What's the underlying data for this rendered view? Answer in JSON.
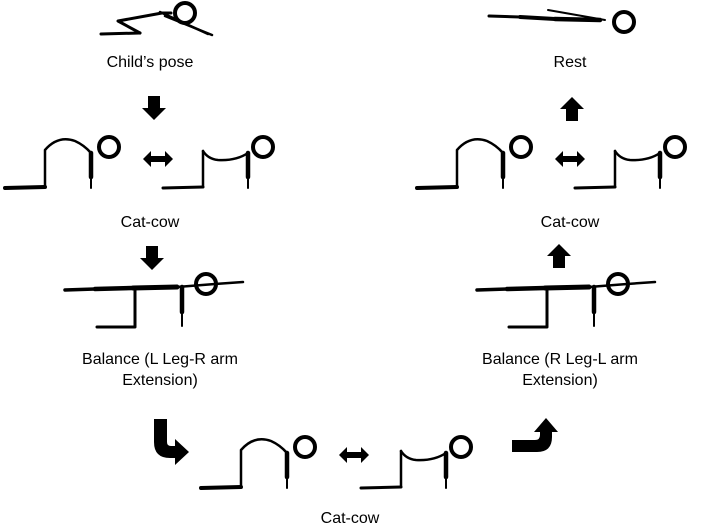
{
  "diagram": {
    "title": "Yoga sequence flow",
    "colors": {
      "ink": "#000000",
      "background": "#ffffff"
    },
    "steps": [
      {
        "id": "childs-pose",
        "label": "Child’s pose"
      },
      {
        "id": "cat-cow-left",
        "label": "Cat-cow"
      },
      {
        "id": "balance-left",
        "label_line1": "Balance (L Leg-R arm",
        "label_line2": "Extension)"
      },
      {
        "id": "cat-cow-bottom",
        "label": "Cat-cow"
      },
      {
        "id": "balance-right",
        "label_line1": "Balance (R Leg-L arm",
        "label_line2": "Extension)"
      },
      {
        "id": "cat-cow-right",
        "label": "Cat-cow"
      },
      {
        "id": "rest",
        "label": "Rest"
      }
    ],
    "arrows": [
      {
        "from": "childs-pose",
        "to": "cat-cow-left",
        "icon": "arrow-down-icon"
      },
      {
        "from": "cat-cow-left",
        "to": "balance-left",
        "icon": "arrow-down-icon"
      },
      {
        "from": "balance-left",
        "to": "cat-cow-bottom",
        "icon": "arrow-curved-down-right-icon"
      },
      {
        "from": "cat-cow-bottom",
        "to": "balance-right",
        "icon": "arrow-curved-right-up-icon"
      },
      {
        "from": "balance-right",
        "to": "cat-cow-right",
        "icon": "arrow-up-icon"
      },
      {
        "from": "cat-cow-right",
        "to": "rest",
        "icon": "arrow-up-icon"
      }
    ],
    "alternations": [
      {
        "between": [
          "cat",
          "cow"
        ],
        "icon": "arrow-double-horizontal-icon"
      }
    ]
  }
}
